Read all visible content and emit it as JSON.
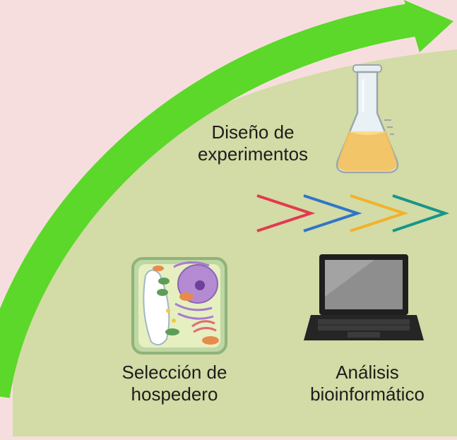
{
  "diagram": {
    "labels": {
      "experiment_design": [
        "Diseño de",
        "experimentos"
      ],
      "host_selection": [
        "Selección de",
        "hospedero"
      ],
      "bioinformatic_analysis": [
        "Análisis",
        "bioinformático"
      ]
    },
    "icons": [
      "flask-icon",
      "plant-cell-icon",
      "laptop-icon",
      "chevron-arrows-icon",
      "curved-progress-arrow"
    ],
    "colors": {
      "background": "#f7dede",
      "panel": "#d3dba6",
      "progress_arrow": "#5bd82a",
      "chevrons": [
        "#e23a4f",
        "#2f76c7",
        "#f1b229",
        "#15968a"
      ]
    }
  }
}
